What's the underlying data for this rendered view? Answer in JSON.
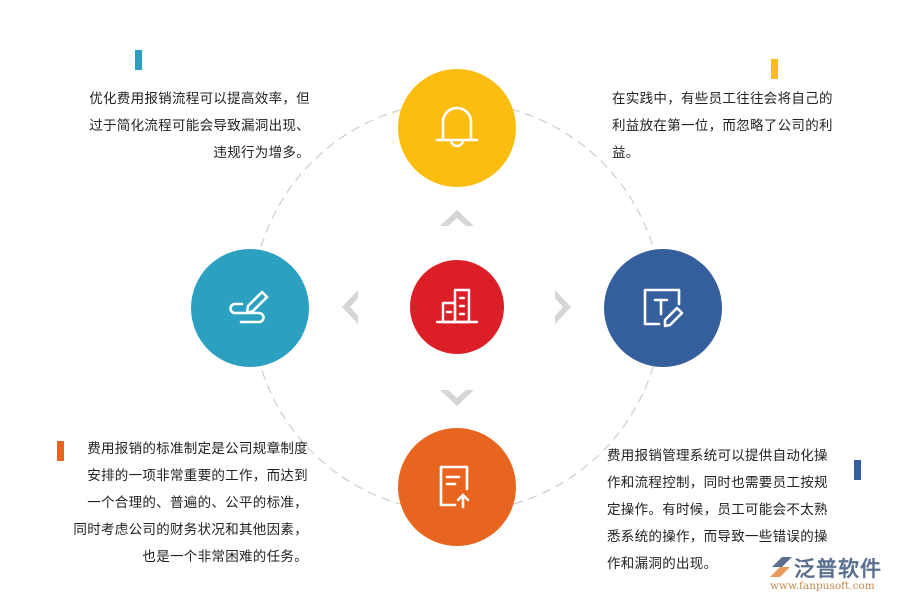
{
  "diagram": {
    "center_node": {
      "icon": "building-icon",
      "color": "#dc1f26"
    },
    "nodes": [
      {
        "position": "top",
        "icon": "bell-icon",
        "color": "#fbbd0f"
      },
      {
        "position": "left",
        "icon": "pen-signature-icon",
        "color": "#2ba0c0"
      },
      {
        "position": "right",
        "icon": "text-edit-icon",
        "color": "#355f9c"
      },
      {
        "position": "bottom",
        "icon": "document-upload-icon",
        "color": "#e8651f"
      }
    ],
    "arrows": [
      "up",
      "left",
      "right",
      "down"
    ],
    "arrow_color": "#d6d6d6",
    "ring_color": "#d0d0d0"
  },
  "text_blocks": {
    "top_left": {
      "accent_color": "#2ba0c0",
      "lines": [
        "优化费用报销流程可以提高效率，但",
        "过于简化流程可能会导致漏洞出现、",
        "违规行为增多。"
      ]
    },
    "top_right": {
      "accent_color": "#fbbd0f",
      "lines": [
        "在实践中，有些员工往往会将自己的",
        "利益放在第一位，而忽略了公司的利",
        "益。"
      ]
    },
    "bottom_left": {
      "accent_color": "#e8651f",
      "lines": [
        "费用报销的标准制定是公司规章制度",
        "安排的一项非常重要的工作，而达到",
        "一个合理的、普遍的、公平的标准，",
        "同时考虑公司的财务状况和其他因素，",
        "也是一个非常困难的任务。"
      ]
    },
    "bottom_right": {
      "accent_color": "#355f9c",
      "lines": [
        "费用报销管理系统可以提供自动化操",
        "作和流程控制，同时也需要员工按规",
        "定操作。有时候，员工可能会不太熟",
        "悉系统的操作，而导致一些错误的操",
        "作和漏洞的出现。"
      ]
    }
  },
  "watermark": {
    "name": "泛普软件",
    "url": "www.fanpusoft.com"
  }
}
